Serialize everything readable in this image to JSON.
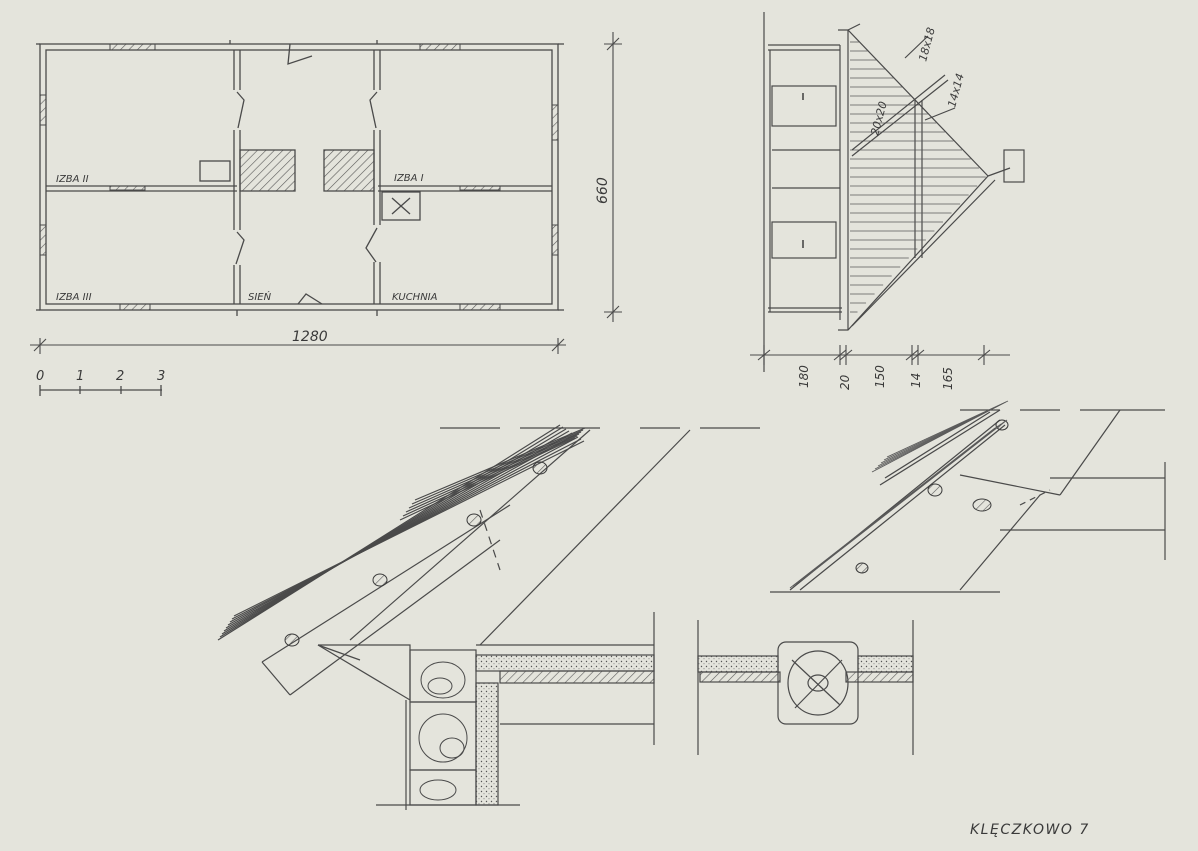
{
  "sheet": {
    "paper_color": "#e4e4dc",
    "ink_color": "#4a4a4a",
    "hatch_color": "#5a5a5a",
    "caption": "KLĘCZKOWO 7"
  },
  "plan": {
    "rooms": {
      "izba_2": "IZBA II",
      "izba_1": "IZBA I",
      "izba_3": "IZBA III",
      "sien": "SIEŃ",
      "kuchnia": "KUCHNIA"
    },
    "dim_width": "1280",
    "dim_depth": "660",
    "scale_ticks": [
      "0",
      "1",
      "2",
      "3"
    ]
  },
  "elevation": {
    "timber_labels": [
      "18x18",
      "14x14",
      "20x20"
    ],
    "dims": [
      "180",
      "20",
      "150",
      "14",
      "165"
    ]
  }
}
